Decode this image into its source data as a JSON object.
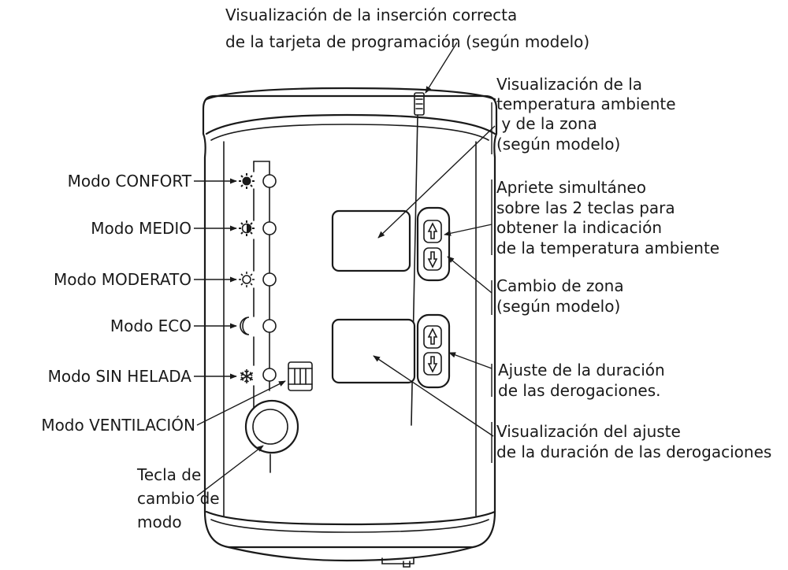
{
  "labels": {
    "card_insertion": [
      "Visualización de la inserción correcta",
      "de la tarjeta de programación (según modelo)"
    ],
    "temp_zone_display": [
      "Visualización de la",
      "temperatura ambiente",
      " y de la zona",
      "(según modelo)"
    ],
    "simultaneous_press": [
      "Apriete simultáneo",
      "sobre las 2 teclas para",
      "obtener la indicación",
      "de la temperatura ambiente"
    ],
    "zone_change": [
      "Cambio de zona",
      "(según modelo)"
    ],
    "derogation_adjust": [
      "Ajuste de la duración",
      "de las derogaciones."
    ],
    "derogation_display": [
      "Visualización del ajuste",
      "de la duración de las derogaciones"
    ],
    "mode_key": [
      "Tecla de",
      "cambio de",
      "modo"
    ]
  },
  "modes": [
    {
      "label": "Modo CONFORT",
      "icon": "sun-solid-icon"
    },
    {
      "label": "Modo MEDIO",
      "icon": "sun-medium-icon"
    },
    {
      "label": "Modo MODERATO",
      "icon": "sun-outline-icon"
    },
    {
      "label": "Modo ECO",
      "icon": "moon-icon"
    },
    {
      "label": "Modo SIN HELADA",
      "icon": "snowflake-icon"
    }
  ],
  "ventilation_label": "Modo VENTILACIÓN"
}
